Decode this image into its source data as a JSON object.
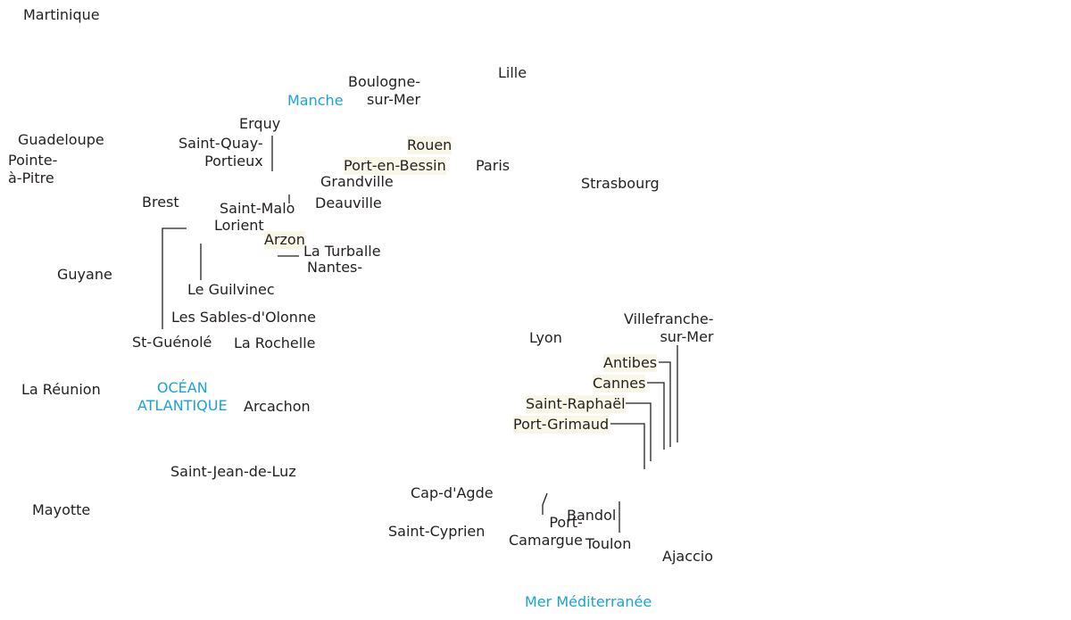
{
  "overseas": {
    "martinique": "Martinique",
    "guadeloupe": "Guadeloupe",
    "pointe_a_pitre": [
      "Pointe-",
      "à-Pitre"
    ],
    "guyane": "Guyane",
    "la_reunion": "La Réunion",
    "mayotte": "Mayotte"
  },
  "seas": {
    "manche": "Manche",
    "ocean_atlantique": [
      "OCÉAN",
      "ATLANTIQUE"
    ],
    "mer_mediterranee": "Mer Méditerranée"
  },
  "cities": {
    "boulogne_sur_mer": [
      "Boulogne-",
      "sur-Mer"
    ],
    "lille": "Lille",
    "erquy": "Erquy",
    "saint_quay_portieux": [
      "Saint-Quay-",
      "Portieux"
    ],
    "rouen": "Rouen",
    "port_en_bessin": "Port-en-Bessin",
    "paris": "Paris",
    "grandville": "Grandville",
    "strasbourg": "Strasbourg",
    "brest": "Brest",
    "deauville": "Deauville",
    "saint_malo": "Saint-Malo",
    "lorient": "Lorient",
    "arzon": "Arzon",
    "la_turballe": "La Turballe",
    "nantes": "Nantes-",
    "le_guilvinec": "Le Guilvinec",
    "les_sables_dolonne": "Les Sables-d'Olonne",
    "villefranche_sur_mer": [
      "Villefranche-",
      "sur-Mer"
    ],
    "st_guenole": "St-Guénolé",
    "la_rochelle": "La Rochelle",
    "lyon": "Lyon",
    "antibes": "Antibes",
    "cannes": "Cannes",
    "arcachon": "Arcachon",
    "saint_raphael": "Saint-Raphaël",
    "port_grimaud": "Port-Grimaud",
    "saint_jean_de_luz": "Saint-Jean-de-Luz",
    "cap_dagde": "Cap-d'Agde",
    "bandol": "Bandol",
    "port_camargue": [
      "Port-",
      "Camargue"
    ],
    "saint_cyprien": "Saint-Cyprien",
    "toulon": "Toulon",
    "ajaccio": "Ajaccio"
  },
  "colors": {
    "text": "#231f20",
    "sea_label": "#1ba1d8",
    "highlight": "#f8f7e7",
    "background": "#ffffff"
  }
}
